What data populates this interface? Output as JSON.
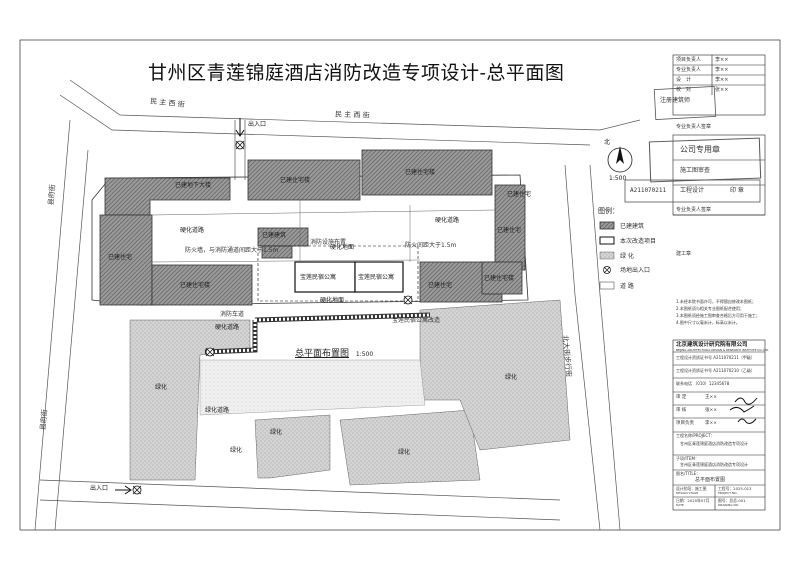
{
  "title": "甘州区青莲锦庭酒店消防改造专项设计-总平面图",
  "plan_caption": "总平面布置图",
  "plan_scale": "1:500",
  "compass": {
    "north": "北",
    "scale": "1:500"
  },
  "streets": {
    "top_west": "民 主 西 街",
    "top_east": "民 主 西 街",
    "left_upper": "县府街",
    "left_lower": "县府街",
    "right_road": "北大街步行街"
  },
  "entrances": {
    "top": "出入口",
    "bottom": "出入口"
  },
  "buildings": {
    "b_top_left_hall": "已建地下大楼",
    "b_top_mid": "已建住宅楼",
    "b_top_right": "已建住宅楼",
    "b_left": "已建住宅",
    "b_left_bottom": "已建住宅楼",
    "b_right": "已建住宅",
    "b_right_bottom_1": "已建住宅",
    "b_right_bottom_2": "已建住宅楼",
    "b_right_edge": "已建住宅",
    "b_hotel": "宝莲民宿公寓",
    "b_hotel_2": "宝莲民宿公寓",
    "b_small": "已建建筑"
  },
  "green_labels": {
    "g1": "绿化",
    "g2": "绿化",
    "g3": "绿化",
    "g4": "绿化",
    "g5": "绿化",
    "road_green_1": "硬化道路",
    "road_green_2": "硬化道路",
    "road_green_3": "硬化地面",
    "road_green_4": "硬化道路",
    "road_green_5": "绿化道路",
    "road_green_6": "硬化地面"
  },
  "annotations": {
    "a1": "防火墙，与消防通道间距大于1.5m",
    "a2": "消防设施布置",
    "a3": "防火间距大于1.5m",
    "a4": "宝莲民宿公寓改造",
    "a5": "消防车道"
  },
  "legend": {
    "heading": "图例：",
    "items": [
      {
        "label": "已建建筑"
      },
      {
        "label": "本次改造项目"
      },
      {
        "label": "绿 化"
      },
      {
        "label": "场地出入口"
      },
      {
        "label": "道 路"
      }
    ]
  },
  "titleblock": {
    "rows_top": [
      {
        "k": "项目负责人",
        "v": "李××"
      },
      {
        "k": "专业负责人",
        "v": "李××"
      },
      {
        "k": "设　计",
        "v": "李××"
      },
      {
        "k": "校　对",
        "v": "张××"
      }
    ],
    "stamp_text": "注册建筑师",
    "stamp_sub": "专业负责人签章",
    "project_stamp": "公司专用章",
    "stamp2_label": "施工图审查",
    "cert_no": "A211070211",
    "cert_label": "工程设计",
    "cert_seal": "印 章",
    "block_label": "专业负责人签章",
    "sign_label": "建工章",
    "notes": [
      "1.未经本院书面许可，不得擅自修改本图纸；",
      "2.本图纸须与相关专业图纸配合使用；",
      "3.本图纸须经施工图审查合格后方可用于施工；",
      "4.图中尺寸以毫米计，标高以米计。"
    ],
    "company_cn": "北京建筑设计研究院有限公司",
    "company_en": "BEIJING ARCHITECTURAL DESIGN & RESEARCH INSTITUTE CO.,LTD.",
    "qual_rows": [
      {
        "k": "工程设计资质证书号",
        "v": "A211070211（甲级）"
      },
      {
        "k": "工程设计资质证书号",
        "v": "A211070210（乙级）"
      },
      {
        "k": "联系电话",
        "v": "（010）12345678"
      }
    ],
    "sign_rows": [
      {
        "k": "审 定",
        "v": "王××"
      },
      {
        "k": "审 核",
        "v": "张××"
      },
      {
        "k": "项目负责",
        "v": "李××"
      }
    ],
    "project_label": "工程名称/PROJECT：",
    "project_name": "甘州区青莲锦庭酒店消防改造专项设计",
    "item_label": "子项/ITEM：",
    "item_name": "甘州区青莲锦庭酒店消防改造专项设计",
    "drawing_label": "图名/TITLE：",
    "drawing_name": "总平面布置图",
    "stage_label": "设计阶段：施工图",
    "stage_en": "DESIGN STAGE",
    "project_no_label": "工程号：2025-013",
    "project_no_en": "PROJECT NO.",
    "date_label": "日期：2025年07月",
    "date_en": "DATE",
    "drawing_no_label": "图号：总总-001",
    "drawing_no_en": "DRAWING NO."
  },
  "colors": {
    "line": "#222222",
    "hatch": "#555555",
    "highlight": "#333333"
  }
}
